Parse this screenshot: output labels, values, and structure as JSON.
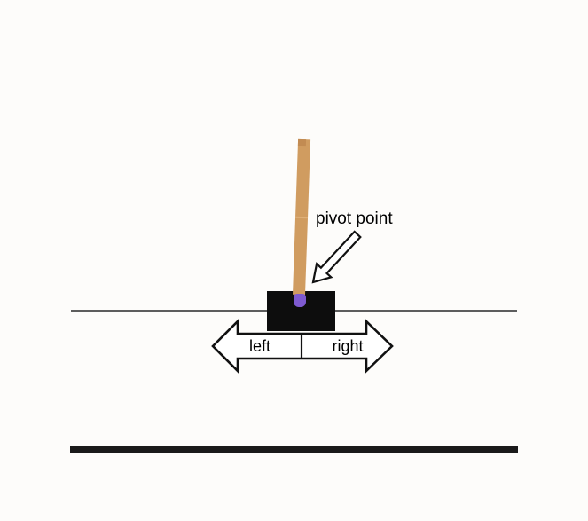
{
  "figure": {
    "type": "cartpole-diagram",
    "labels": {
      "pivot": "pivot point",
      "left": "left",
      "right": "right"
    },
    "colors": {
      "background": "#fdfcfa",
      "pole": "#d09c60",
      "pole_cap": "#c28b52",
      "pole_seam": "#e2b47e",
      "cart": "#0d0d0d",
      "pivot_dot": "#7e5ad0",
      "track_line": "#5d5d5d",
      "ground_line": "#1a1a1a",
      "arrow_outline": "#111111",
      "arrow_fill": "#ffffff",
      "text": "#000000"
    }
  }
}
